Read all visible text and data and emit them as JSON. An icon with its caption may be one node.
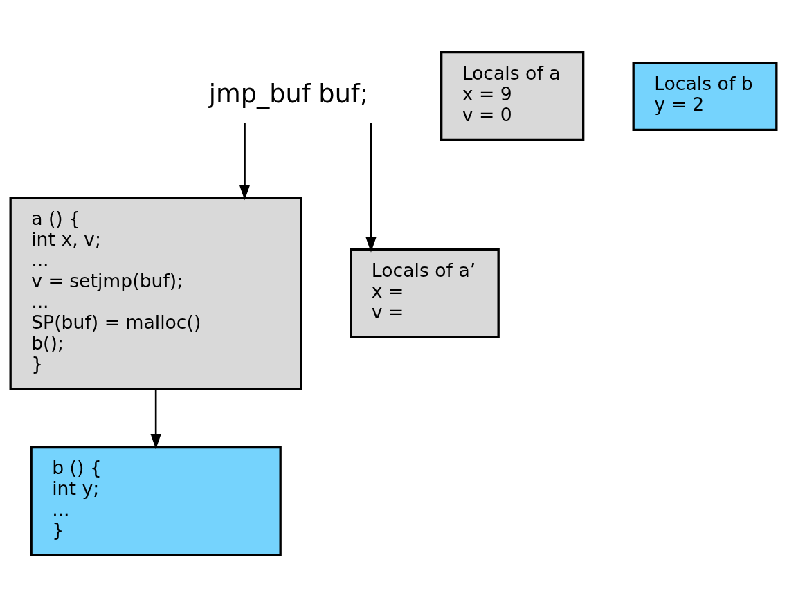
{
  "diagram": {
    "nodes": [
      {
        "text": [
          "jmp_buf buf;"
        ]
      },
      {
        "text": [
          "Locals of a",
          "x = 9",
          "v = 0"
        ]
      },
      {
        "text": [
          "Locals of b",
          "y = 2"
        ]
      },
      {
        "text": [
          "a () {",
          "int x, v;",
          "...",
          "v = setjmp(buf);",
          "...",
          "SP(buf) = malloc()",
          "b();",
          "}"
        ]
      },
      {
        "text": [
          "b () {",
          "int y;",
          "...",
          "}"
        ]
      },
      {
        "text": [
          "Locals of a’",
          "x =",
          "v ="
        ]
      }
    ],
    "edges": [
      {
        "from": 0,
        "to": 3,
        "arrow": "to"
      },
      {
        "from": 0,
        "to": 5,
        "arrow": "to"
      },
      {
        "from": 3,
        "to": 4,
        "arrow": "to"
      }
    ]
  }
}
